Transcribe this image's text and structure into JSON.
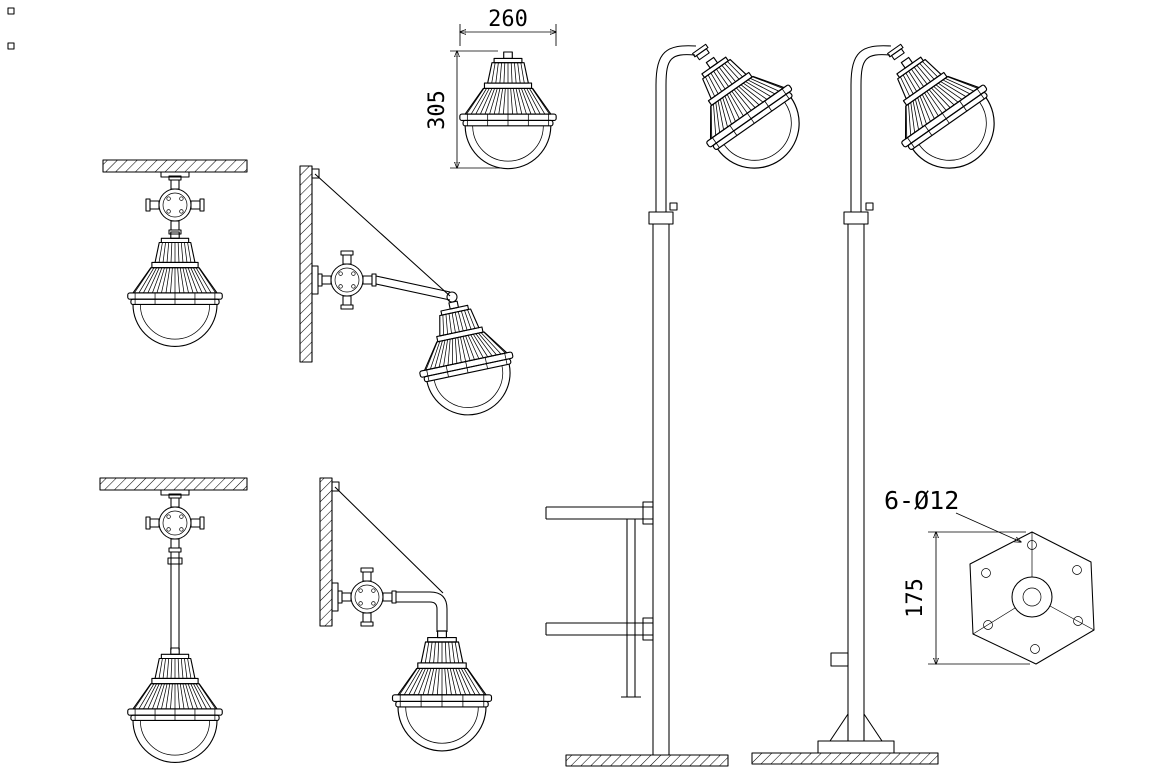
{
  "page": {
    "background_color": "#ffffff",
    "line_color": "#000000"
  },
  "drawing": {
    "type": "cad-technical-drawing",
    "labels": {
      "front_width": "260",
      "front_height": "305",
      "base_height": "175",
      "bolt_holes": "6-Ø12"
    },
    "figures": [
      {
        "name": "lamp-front-view-with-dimensions"
      },
      {
        "name": "ceiling-mount-short-stem"
      },
      {
        "name": "ceiling-mount-long-stem"
      },
      {
        "name": "wall-mount-straight-arm"
      },
      {
        "name": "wall-mount-curved-arm"
      },
      {
        "name": "pole-mount-clamped"
      },
      {
        "name": "pole-mount-base-plate"
      },
      {
        "name": "base-plate-top-view"
      }
    ]
  }
}
